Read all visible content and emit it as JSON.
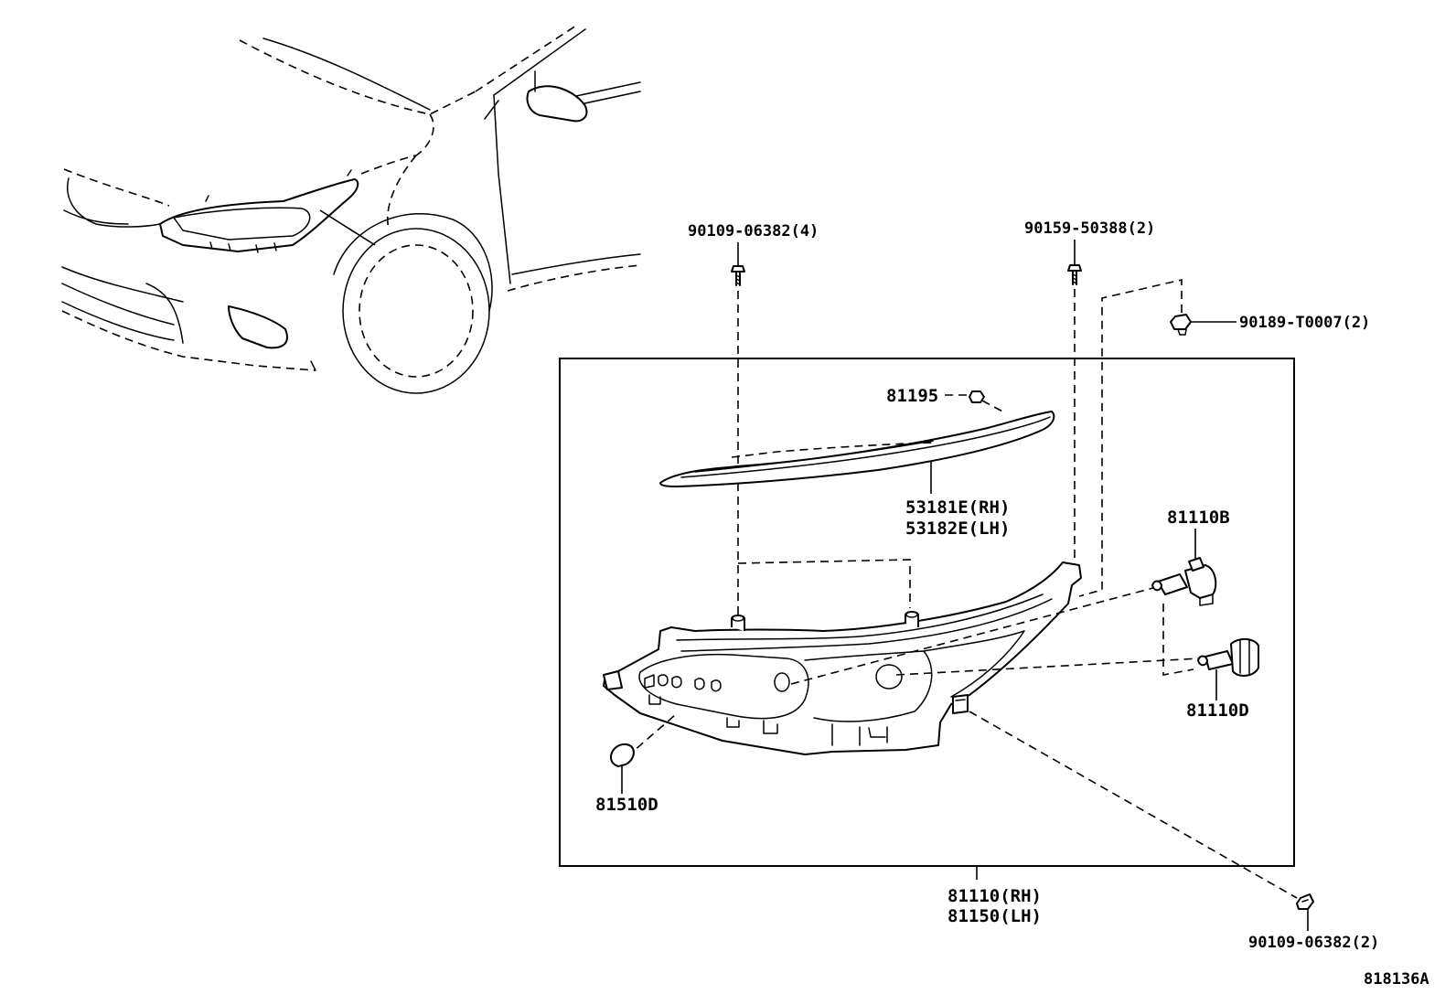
{
  "callouts": {
    "p_9010906382_4": "90109-06382(4)",
    "p_9015950388_2": "90159-50388(2)",
    "p_90189T0007_2": "90189-T0007(2)",
    "p_81195": "81195",
    "p_53181E": "53181E(RH)",
    "p_53182E": "53182E(LH)",
    "p_81110B": "81110B",
    "p_81110D": "81110D",
    "p_81510D": "81510D",
    "p_81110": "81110(RH)",
    "p_81150": "81150(LH)",
    "p_9010906382_2": "90109-06382(2)"
  },
  "diagram_id": "818136A"
}
